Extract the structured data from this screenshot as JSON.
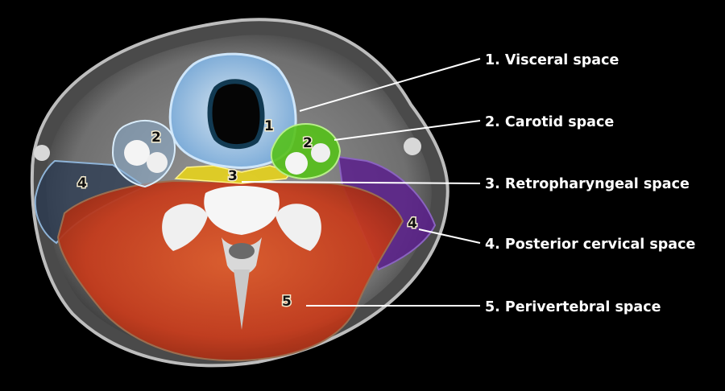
{
  "figure": {
    "regions": [
      {
        "number": "1",
        "name": "visceral",
        "color": "#7fb6e8"
      },
      {
        "number": "2",
        "name": "carotid",
        "color": "#55c11a"
      },
      {
        "number": "3",
        "name": "retropharyngeal",
        "color": "#e6d21c"
      },
      {
        "number": "4",
        "name": "posterior-cervical",
        "color": "#5a1f8c"
      },
      {
        "number": "5",
        "name": "perivertebral",
        "color": "#d23a1a"
      }
    ],
    "legend": [
      "1. Visceral space",
      "2. Carotid space",
      "3. Retropharyngeal space",
      "4. Posterior cervical space",
      "5. Perivertebral space"
    ]
  }
}
